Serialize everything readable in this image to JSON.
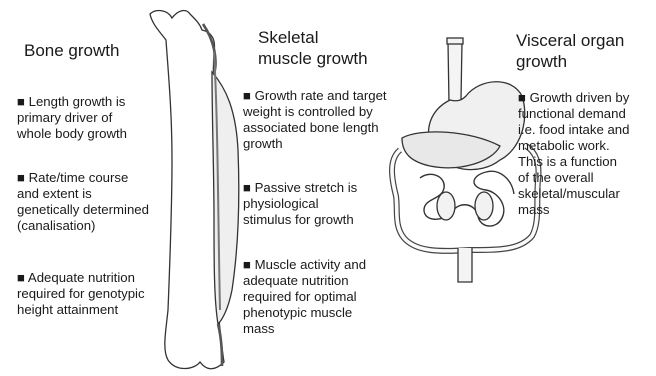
{
  "columns": [
    {
      "heading": "Bone growth",
      "bullets": [
        "■ Length growth is\nprimary driver of\nwhole body growth",
        "■ Rate/time course\nand extent is\ngenetically determined\n(canalisation)",
        "■ Adequate nutrition\nrequired for genotypic\nheight attainment"
      ]
    },
    {
      "heading": "Skeletal\nmuscle growth",
      "bullets": [
        "■ Growth rate and target\nweight is controlled by\nassociated bone length\ngrowth",
        "■ Passive stretch is\nphysiological\nstimulus for growth",
        "■ Muscle activity and\nadequate nutrition\nrequired for optimal\nphenotypic muscle\nmass"
      ]
    },
    {
      "heading": "Visceral organ\ngrowth",
      "bullets": [
        "■ Growth driven by\nfunctional demand\ni.e. food intake and\nmetabolic work.\nThis is a function\nof the overall\nskeletal/muscular\nmass"
      ]
    }
  ],
  "illustrations": {
    "bone": "bone-with-muscle-drawing",
    "viscera": "visceral-organs-drawing"
  }
}
